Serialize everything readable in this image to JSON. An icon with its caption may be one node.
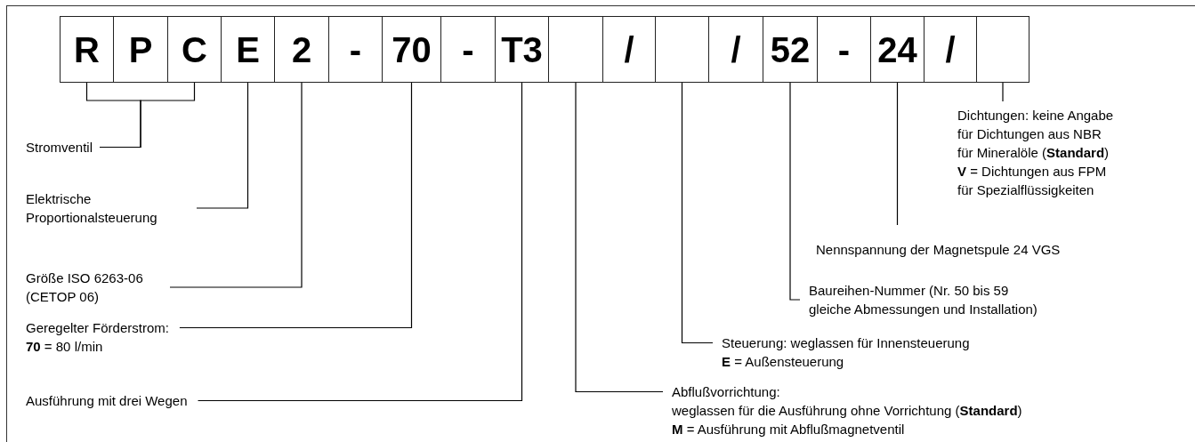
{
  "diagram": {
    "nodes": [
      {
        "text": [
          "R"
        ]
      },
      {
        "text": [
          "P"
        ]
      },
      {
        "text": [
          "C"
        ]
      },
      {
        "text": [
          "E"
        ]
      },
      {
        "text": [
          "2"
        ]
      },
      {
        "text": [
          "-"
        ]
      },
      {
        "text": [
          "70"
        ]
      },
      {
        "text": [
          "-"
        ]
      },
      {
        "text": [
          "T3"
        ]
      },
      {
        "text": [],
        "shape": "box"
      },
      {
        "text": [
          "/"
        ]
      },
      {
        "text": [],
        "shape": "box"
      },
      {
        "text": [
          "/"
        ]
      },
      {
        "text": [
          "52"
        ]
      },
      {
        "text": [
          "-"
        ]
      },
      {
        "text": [
          "24"
        ]
      },
      {
        "text": [
          "/"
        ]
      },
      {
        "text": [],
        "shape": "box"
      },
      {
        "text": [
          "Stromventil"
        ]
      },
      {
        "text": [
          "Elektrische Proportionalsteuerung"
        ]
      },
      {
        "text": [
          "Größe ISO 6263-06 (CETOP 06)"
        ]
      },
      {
        "text": [
          "Geregelter Förderstrom:",
          "**70** = 80 l/min"
        ]
      },
      {
        "text": [
          "Ausführung mit drei Wegen"
        ]
      },
      {
        "text": [
          "Abflußvorrichtung:",
          "weglassen für die Ausführung ohne Vorrichtung (**Standard**)",
          "**M** = Ausführung mit Abflußmagnetventil"
        ]
      },
      {
        "text": [
          "Steuerung: weglassen für Innensteuerung",
          "**E** = Außensteuerung"
        ]
      },
      {
        "text": [
          "Baureihen-Nummer (Nr. 50 bis 59 gleiche Abmessungen und Installation)"
        ]
      },
      {
        "text": [
          "Nennspannung der Magnetspule 24 VGS"
        ]
      },
      {
        "text": [
          "Dichtungen: keine Angabe für Dichtungen aus NBR für Mineralöle (**Standard**)",
          "**V** = Dichtungen aus FPM für Spezialflüssigkeiten"
        ]
      }
    ],
    "edges": [
      {
        "from": 18,
        "to": 0,
        "arrow": "none"
      },
      {
        "from": 18,
        "to": 2,
        "arrow": "none"
      },
      {
        "from": 19,
        "to": 3,
        "arrow": "none"
      },
      {
        "from": 20,
        "to": 4,
        "arrow": "none"
      },
      {
        "from": 21,
        "to": 6,
        "arrow": "none"
      },
      {
        "from": 22,
        "to": 8,
        "arrow": "none"
      },
      {
        "from": 23,
        "to": 9,
        "arrow": "none"
      },
      {
        "from": 24,
        "to": 11,
        "arrow": "none"
      },
      {
        "from": 25,
        "to": 13,
        "arrow": "none"
      },
      {
        "from": 26,
        "to": 15,
        "arrow": "none"
      },
      {
        "from": 27,
        "to": 17,
        "arrow": "none"
      }
    ]
  }
}
